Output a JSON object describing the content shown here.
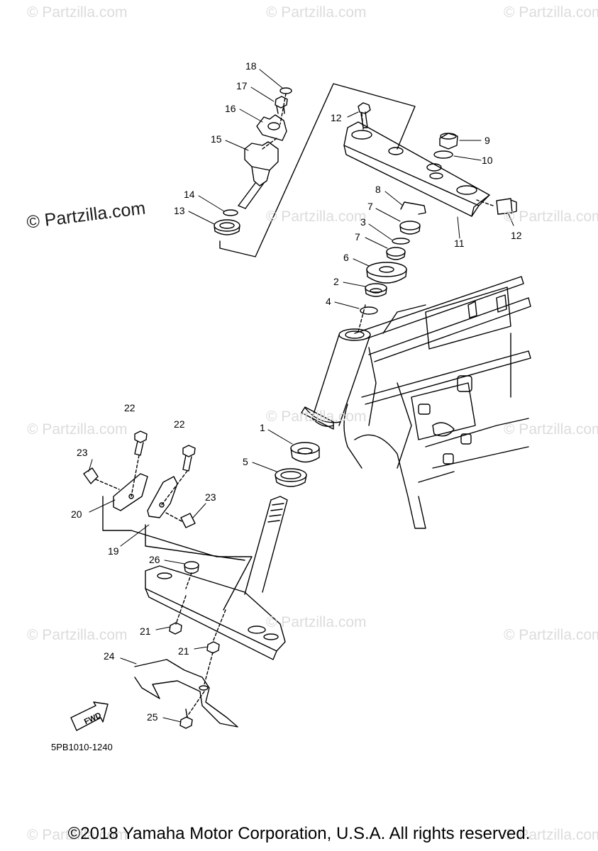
{
  "watermark": "© Partzilla.com",
  "diagram_code": "5PB1010-1240",
  "fwd_label": "FWD",
  "copyright": "©2018 Yamaha Motor Corporation, U.S.A. All rights reserved.",
  "callouts": [
    "18",
    "17",
    "16",
    "15",
    "14",
    "13",
    "12",
    "12",
    "9",
    "10",
    "8",
    "7",
    "3",
    "7",
    "6",
    "11",
    "2",
    "4",
    "1",
    "5",
    "22",
    "22",
    "23",
    "23",
    "20",
    "19",
    "26",
    "21",
    "21",
    "24",
    "25"
  ]
}
